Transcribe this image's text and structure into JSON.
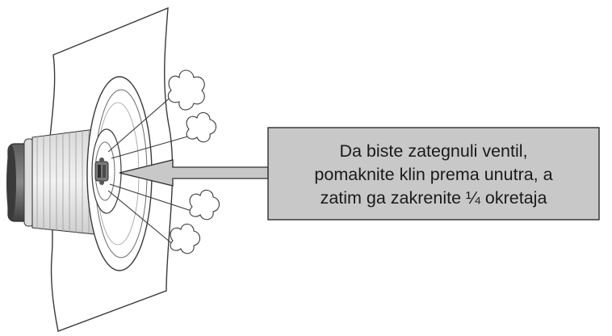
{
  "callout": {
    "lines": [
      "Da biste zategnuli ventil,",
      "pomaknite klin prema unutra, a",
      "zatim ga zakrenite ¼ okretaja"
    ]
  },
  "colors": {
    "callout_fill": "#c8c8c8",
    "outline": "#3a3a3a",
    "sheet_fill": "#ffffff",
    "valve_dark": "#4a4a4a"
  },
  "icons": [
    "valve-icon",
    "air-puff-icon",
    "arrow-icon"
  ]
}
